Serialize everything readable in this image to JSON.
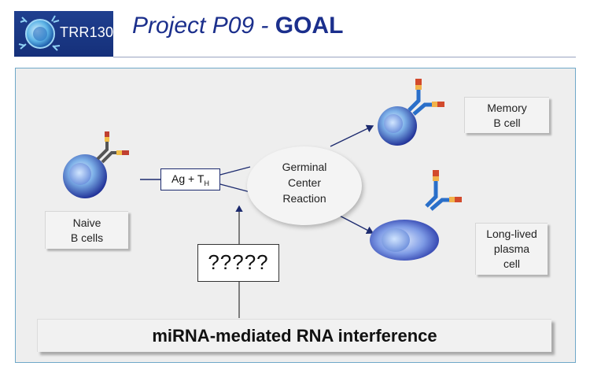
{
  "header": {
    "logo_text": "TRR130",
    "title": "Project P09 - ",
    "title_emphasis": "GOAL"
  },
  "diagram": {
    "naive_label": [
      "Naive",
      "B cells"
    ],
    "stimulus_label": "Ag + T",
    "stimulus_subscript": "H",
    "germinal_center": [
      "Germinal",
      "Center",
      "Reaction"
    ],
    "memory_label": [
      "Memory",
      "B cell"
    ],
    "plasma_label": [
      "Long-lived",
      "plasma",
      "cell"
    ],
    "unknown_label": "?????",
    "mechanism_label": "miRNA-mediated RNA interference"
  },
  "colors": {
    "brand_blue": "#1b2f8c",
    "panel_border": "#6fa8c8",
    "panel_bg": "#eeeeee",
    "cell_blue": "#2b3fa8",
    "antibody_blue": "#2a6fc9"
  }
}
